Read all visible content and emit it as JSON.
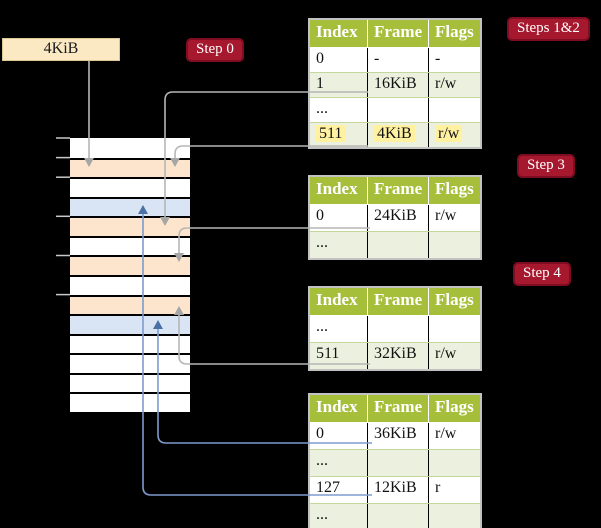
{
  "legend": {
    "frame_size_label": "4KiB"
  },
  "steps": {
    "step0": "Step 0",
    "steps_1_2": "Steps 1&2",
    "step3": "Step 3",
    "step4": "Step 4"
  },
  "memory": {
    "rows": [
      "white",
      "peach",
      "white",
      "blue",
      "peach",
      "white",
      "peach",
      "white",
      "peach",
      "blue",
      "white",
      "white",
      "white",
      "white"
    ]
  },
  "tables": [
    {
      "name": "page-table-steps-1-2",
      "headers": [
        "Index",
        "Frame",
        "Flags"
      ],
      "rows": [
        {
          "index": "0",
          "frame": "-",
          "flags": "-",
          "shaded": false,
          "highlighted": false
        },
        {
          "index": "1",
          "frame": "16KiB",
          "flags": "r/w",
          "shaded": true,
          "highlighted": false
        },
        {
          "index": "...",
          "frame": "",
          "flags": "",
          "shaded": false,
          "highlighted": false
        },
        {
          "index": "511",
          "frame": "4KiB",
          "flags": "r/w",
          "shaded": true,
          "highlighted": true
        }
      ]
    },
    {
      "name": "page-table-step-3",
      "headers": [
        "Index",
        "Frame",
        "Flags"
      ],
      "rows": [
        {
          "index": "0",
          "frame": "24KiB",
          "flags": "r/w",
          "shaded": false,
          "highlighted": false
        },
        {
          "index": "...",
          "frame": "",
          "flags": "",
          "shaded": true,
          "highlighted": false
        }
      ]
    },
    {
      "name": "page-table-step-4",
      "headers": [
        "Index",
        "Frame",
        "Flags"
      ],
      "rows": [
        {
          "index": "...",
          "frame": "",
          "flags": "",
          "shaded": false,
          "highlighted": false
        },
        {
          "index": "511",
          "frame": "32KiB",
          "flags": "r/w",
          "shaded": true,
          "highlighted": false
        }
      ]
    },
    {
      "name": "page-table-final",
      "headers": [
        "Index",
        "Frame",
        "Flags"
      ],
      "rows": [
        {
          "index": "0",
          "frame": "36KiB",
          "flags": "r/w",
          "shaded": false,
          "highlighted": false
        },
        {
          "index": "...",
          "frame": "",
          "flags": "",
          "shaded": true,
          "highlighted": false
        },
        {
          "index": "127",
          "frame": "12KiB",
          "flags": "r",
          "shaded": false,
          "highlighted": false
        },
        {
          "index": "...",
          "frame": "",
          "flags": "",
          "shaded": true,
          "highlighted": false
        }
      ]
    }
  ],
  "colors": {
    "background": "#000000",
    "frame_peach": "#fce5cc",
    "frame_blue": "#d9e5f4",
    "table_header_green": "#a5bf3b",
    "table_row_green": "#ebf1de",
    "highlight_yellow": "#fff1a0",
    "step_label_red": "#a5182e",
    "legend_cream": "#fbe9c4",
    "gray_arrow": "#b6b6b6",
    "blue_arrow": "#7e9bcd"
  }
}
